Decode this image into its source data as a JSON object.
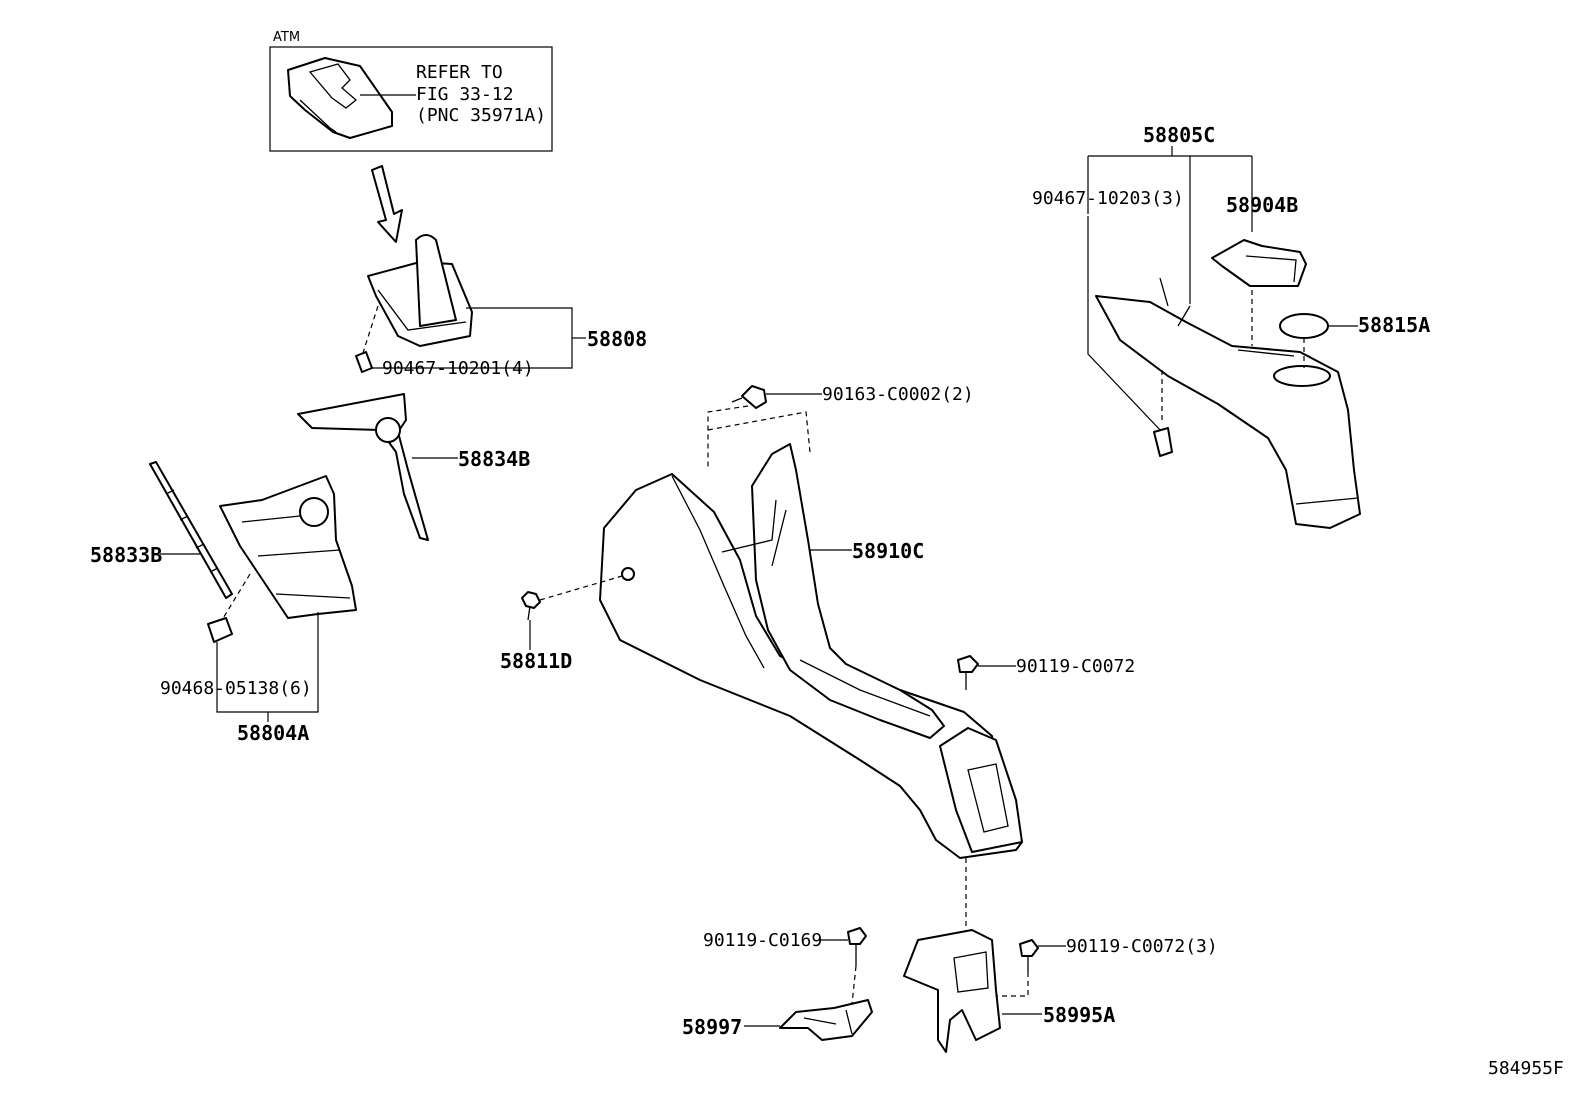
{
  "inset": {
    "tag": "ATM",
    "note_line1": "REFER TO",
    "note_line2": "FIG 33-12",
    "note_line3": "(PNC 35971A)"
  },
  "labels": {
    "p58808": "58808",
    "p90467_10201": "90467-10201(4)",
    "p58834B": "58834B",
    "p58833B": "58833B",
    "p90468_05138": "90468-05138(6)",
    "p58804A": "58804A",
    "p90163_C0002": "90163-C0002(2)",
    "p58910C": "58910C",
    "p58811D": "58811D",
    "p90119_C0072": "90119-C0072",
    "p58805C": "58805C",
    "p90467_10203": "90467-10203(3)",
    "p58904B": "58904B",
    "p58815A": "58815A",
    "p90119_C0169": "90119-C0169",
    "p90119_C0072_3": "90119-C0072(3)",
    "p58997": "58997",
    "p58995A": "58995A"
  },
  "figure_code": "584955F"
}
